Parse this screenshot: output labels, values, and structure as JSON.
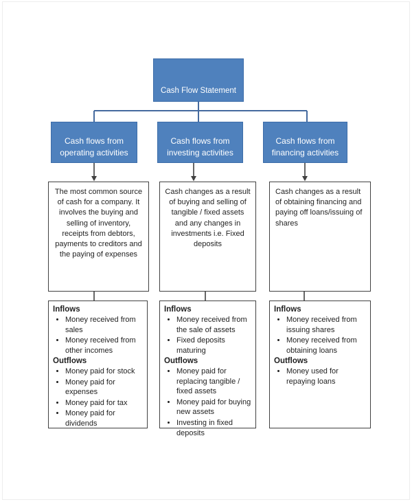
{
  "colors": {
    "node_fill": "#4f81bd",
    "node_border": "#3c6ca8",
    "node_text": "#ffffff",
    "connector": "#44699e",
    "arrow": "#404040",
    "box_border": "#404040",
    "text": "#1f1f1f",
    "page_border": "#ededed"
  },
  "root": {
    "label": "Cash Flow Statement"
  },
  "labels": {
    "inflows": "Inflows",
    "outflows": "Outflows"
  },
  "branches": [
    {
      "id": "operating",
      "label": "Cash flows from operating activities",
      "description": "The most common source of cash for a company. It involves the buying and selling of inventory, receipts from debtors, payments to creditors and the paying of expenses",
      "inflows": [
        "Money received from sales",
        "Money received from other incomes"
      ],
      "outflows": [
        "Money paid for stock",
        "Money paid for expenses",
        "Money paid for tax",
        "Money paid for dividends"
      ]
    },
    {
      "id": "investing",
      "label": "Cash flows from investing activities",
      "description": "Cash changes as a result of buying and selling of tangible / fixed assets and any changes in investments i.e. Fixed deposits",
      "inflows": [
        "Money received from the sale of assets",
        "Fixed deposits maturing"
      ],
      "outflows": [
        "Money paid for replacing tangible / fixed assets",
        "Money paid for buying new assets",
        "Investing in fixed deposits"
      ]
    },
    {
      "id": "financing",
      "label": "Cash flows from financing activities",
      "description": "Cash changes as a result of obtaining financing and paying off loans/issuing of shares",
      "inflows": [
        "Money received from issuing shares",
        "Money received from obtaining loans"
      ],
      "outflows": [
        "Money used for repaying loans"
      ]
    }
  ]
}
